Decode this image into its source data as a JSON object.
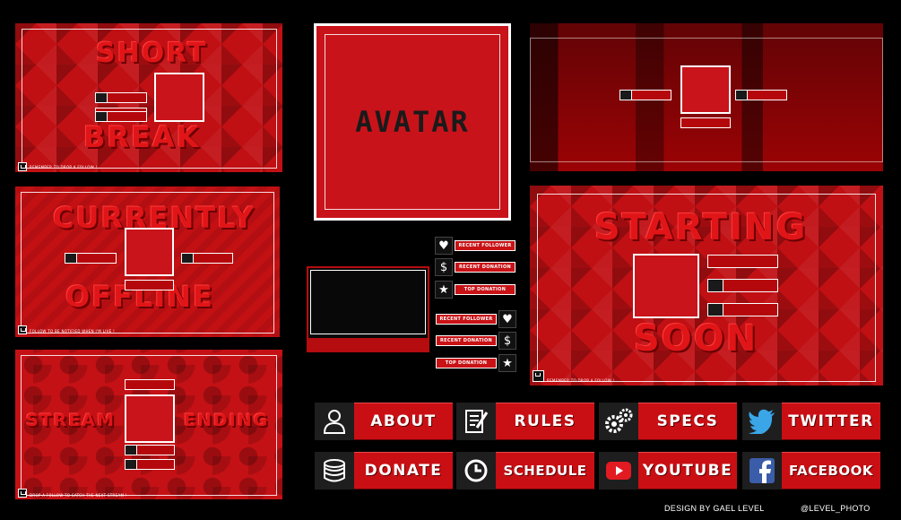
{
  "screens": {
    "short_break": {
      "line1": "SHORT",
      "line2": "BREAK",
      "footer": "REMEMBER TO DROP A FOLLOW !"
    },
    "currently_offline": {
      "line1": "CURRENTLY",
      "line2": "OFFLINE",
      "footer": "FOLLOW TO BE NOTIFIED WHEN I'M LIVE !"
    },
    "stream_ending": {
      "left": "STREAM",
      "right": "ENDING",
      "footer": "DROP A FOLLOW TO CATCH THE NEXT STREAM !"
    },
    "starting_soon": {
      "line1": "STARTING",
      "line2": "SOON",
      "footer": "REMEMBER TO DROP A FOLLOW !"
    }
  },
  "avatar": {
    "label": "AVATAR"
  },
  "alerts": {
    "right_labels": [
      "RECENT FOLLOWER",
      "RECENT DONATION",
      "TOP DONATION"
    ],
    "left_labels": [
      "RECENT FOLLOWER",
      "RECENT DONATION",
      "TOP DONATION"
    ],
    "icons": [
      "heart-icon",
      "dollar-icon",
      "star-icon"
    ]
  },
  "panels": [
    {
      "label": "ABOUT",
      "icon": "user-icon"
    },
    {
      "label": "RULES",
      "icon": "rules-icon"
    },
    {
      "label": "SPECS",
      "icon": "gears-icon"
    },
    {
      "label": "TWITTER",
      "icon": "twitter-icon"
    },
    {
      "label": "DONATE",
      "icon": "coins-icon"
    },
    {
      "label": "SCHEDULE",
      "icon": "clock-icon"
    },
    {
      "label": "YOUTUBE",
      "icon": "youtube-icon"
    },
    {
      "label": "FACEBOOK",
      "icon": "facebook-icon"
    }
  ],
  "credits": {
    "designer": "DESIGN BY GAEL LEVEL",
    "handle": "@LEVEL_PHOTO"
  },
  "colors": {
    "accent": "#c90f14",
    "dark": "#1e1e1e",
    "background": "#000000"
  }
}
